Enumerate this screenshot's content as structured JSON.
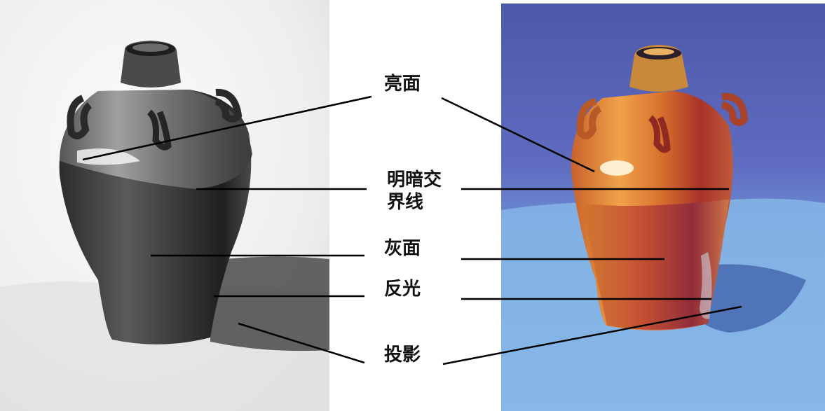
{
  "labels": {
    "highlight": "亮面",
    "terminator": "明暗交界线",
    "halftone": "灰面",
    "reflected_light": "反光",
    "cast_shadow": "投影"
  },
  "palette": {
    "label_text": "#111111",
    "leader_line": "#000000",
    "sketch_paper": "#eeeeee",
    "sketch_graphite": "#3f3f3f",
    "painting_bg_top": "#5a67b8",
    "painting_bg_bottom": "#7aaee0",
    "jar_orange": "#d9722e",
    "jar_red": "#b23a28"
  }
}
